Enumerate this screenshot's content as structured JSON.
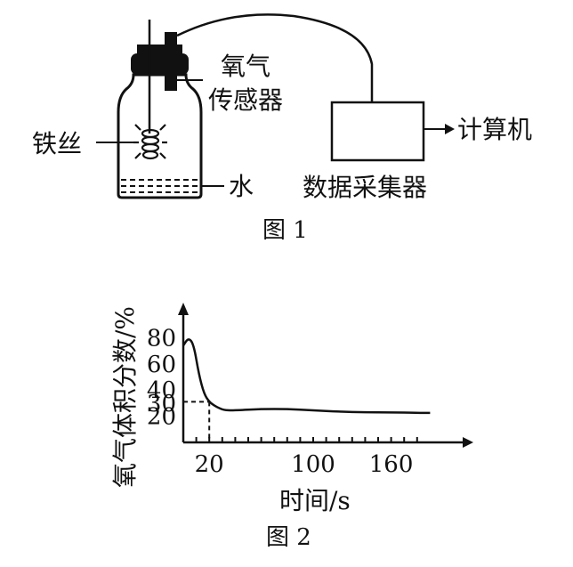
{
  "figure1": {
    "labels": {
      "sensor_line1": "氧气",
      "sensor_line2": "传感器",
      "wire": "铁丝",
      "water": "水",
      "collector": "数据采集器",
      "computer": "计算机"
    },
    "caption": "图 1"
  },
  "figure2": {
    "caption": "图 2"
  },
  "chart_data": {
    "type": "line",
    "ylabel": "氧气体积分数/%",
    "xlabel": "时间/s",
    "x_ticks": [
      {
        "value": 20,
        "label": "20"
      },
      {
        "value": 100,
        "label": "100"
      },
      {
        "value": 160,
        "label": "160"
      }
    ],
    "y_ticks": [
      {
        "value": 20,
        "label": "20"
      },
      {
        "value": 30,
        "label": "30"
      },
      {
        "value": 40,
        "label": "40"
      },
      {
        "value": 60,
        "label": "60"
      },
      {
        "value": 80,
        "label": "80"
      }
    ],
    "xlim": [
      0,
      205
    ],
    "ylim": [
      0,
      100
    ],
    "series": [
      {
        "x": [
          0,
          4,
          8,
          12,
          16,
          20,
          24,
          28,
          32,
          40,
          60,
          80,
          100,
          120,
          140,
          160,
          180,
          190
        ],
        "values": [
          74,
          80,
          75,
          52,
          37,
          31,
          28,
          26,
          24.5,
          24.5,
          25.5,
          25.5,
          24.5,
          23.5,
          23,
          23,
          22.5,
          22.5
        ]
      }
    ],
    "reference_point": {
      "x": 20,
      "y": 31
    },
    "grid": false
  }
}
